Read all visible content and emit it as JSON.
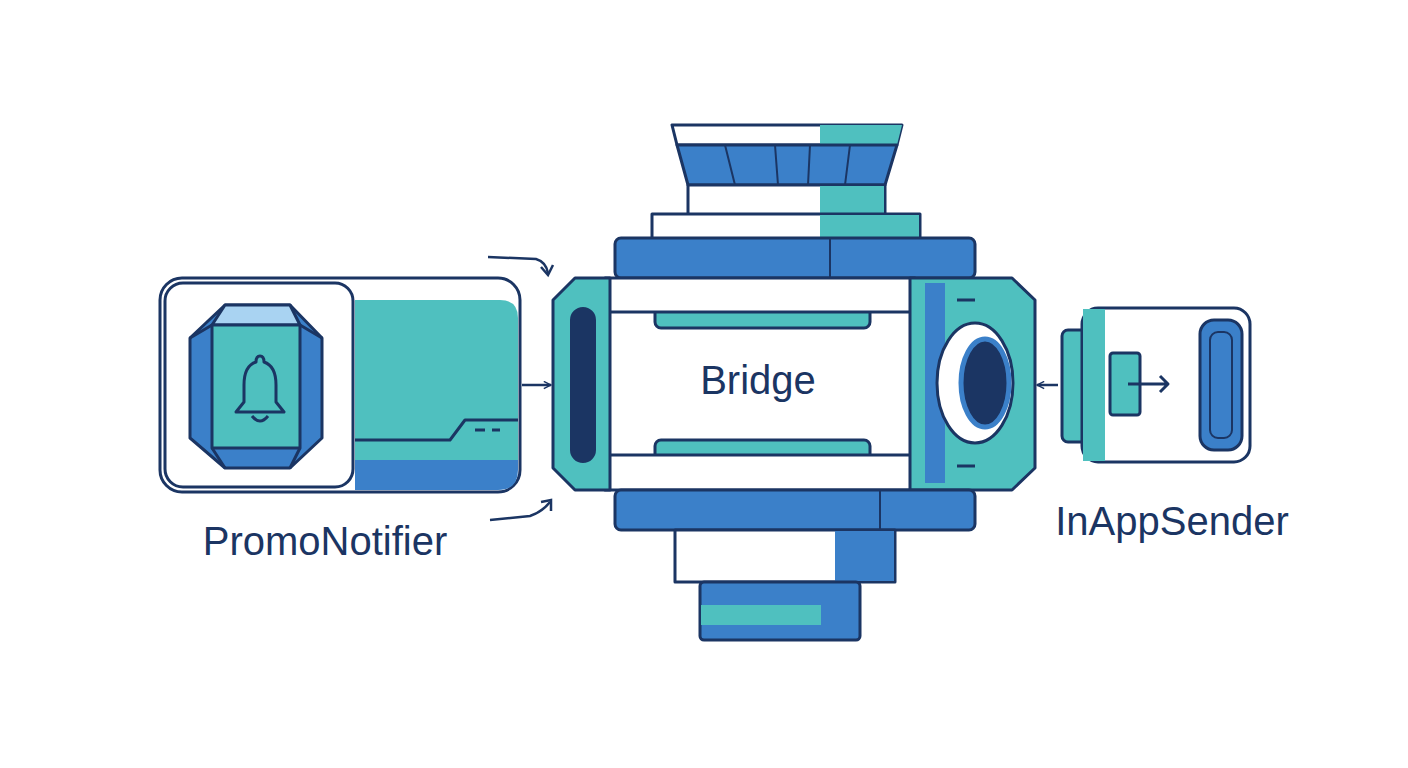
{
  "diagram": {
    "nodes": [
      {
        "text": [
          "PromoNotifier"
        ]
      },
      {
        "text": [
          "Bridge"
        ]
      },
      {
        "text": [
          "InAppSender"
        ]
      }
    ],
    "edges": [
      {
        "from": 0,
        "to": 1,
        "arrow": "to"
      },
      {
        "from": 2,
        "to": 1,
        "arrow": "to"
      }
    ]
  }
}
